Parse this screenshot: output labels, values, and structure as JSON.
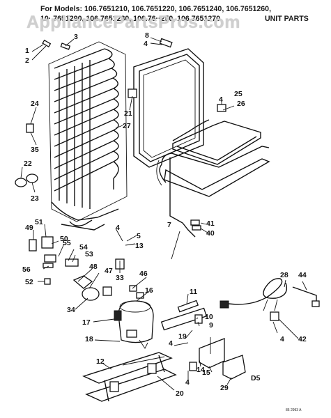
{
  "header": {
    "line1": "For Models: 106.7651210, 106.7651220, 106.7651240, 106.7651260,",
    "line2": "10·.7651290, 106.7651230, 106.76··250, 106.7651270",
    "section": "UNIT PARTS"
  },
  "watermark": "AppliancePartsPros.com",
  "callouts": [
    "1",
    "2",
    "3",
    "8",
    "4",
    "21",
    "24",
    "35",
    "22",
    "23",
    "27",
    "4",
    "25",
    "26",
    "49",
    "51",
    "50",
    "55",
    "54",
    "53",
    "56",
    "52",
    "48",
    "47",
    "33",
    "46",
    "34",
    "16",
    "17",
    "18",
    "12",
    "7",
    "41",
    "40",
    "4",
    "5",
    "13",
    "11",
    "10",
    "9",
    "19",
    "4",
    "14",
    "15",
    "29",
    "4",
    "20",
    "28",
    "44",
    "4",
    "42"
  ],
  "code": "D5",
  "footnote": "85 2993 A"
}
